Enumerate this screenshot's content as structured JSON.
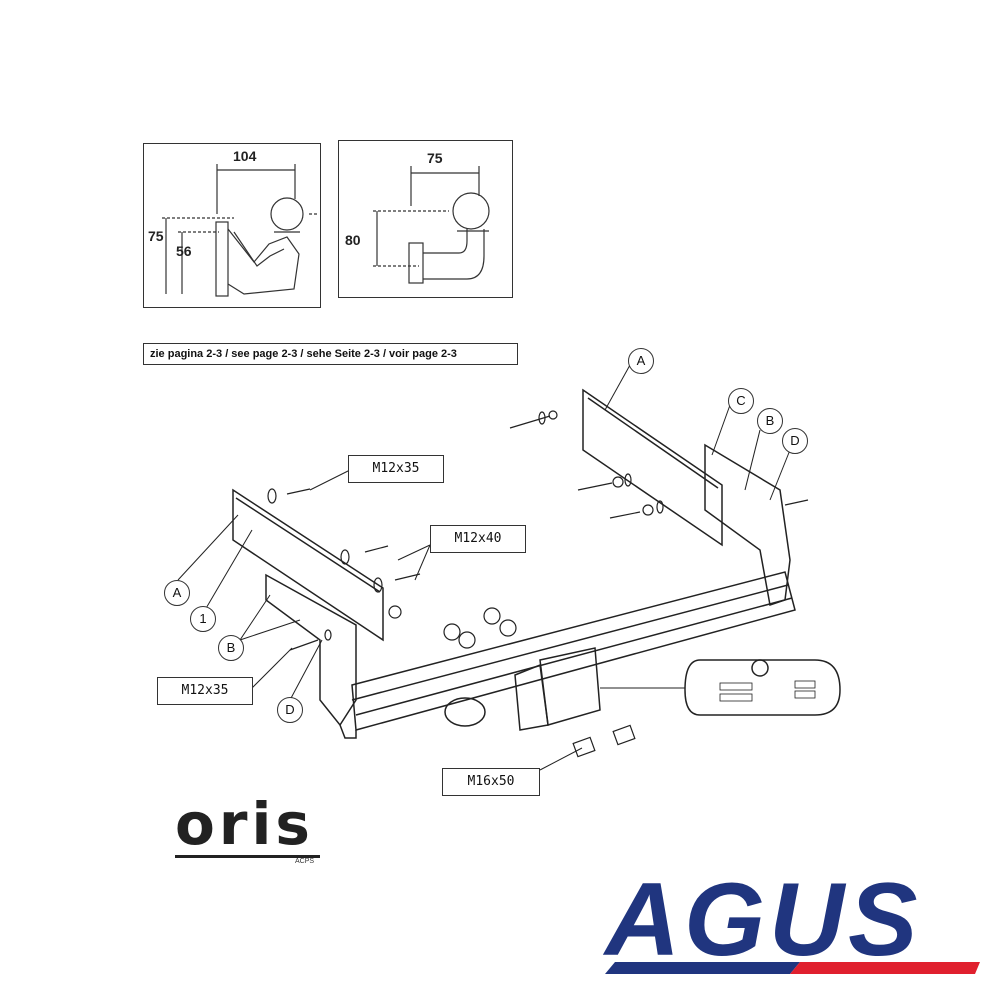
{
  "detail_left": {
    "dim_width": "104",
    "dim_height_outer": "75",
    "dim_height_inner": "56"
  },
  "detail_right": {
    "dim_width": "75",
    "dim_height": "80"
  },
  "note": "zie pagina 2-3  /  see page 2-3 / sehe Seite 2-3 / voir page 2-3",
  "bolt_labels": {
    "top": "M12x35",
    "middle": "M12x40",
    "left": "M12x35",
    "bottom": "M16x50"
  },
  "callouts": {
    "a_top": "A",
    "c": "C",
    "b_right": "B",
    "d_right": "D",
    "a_left": "A",
    "one": "1",
    "b_left": "B",
    "d_left": "D"
  },
  "logos": {
    "oris": "oris",
    "oris_sub": "ACPS",
    "agus": "AGUS"
  },
  "colors": {
    "line": "#333333",
    "agus_blue": "#20357f",
    "agus_red": "#e0202e"
  }
}
